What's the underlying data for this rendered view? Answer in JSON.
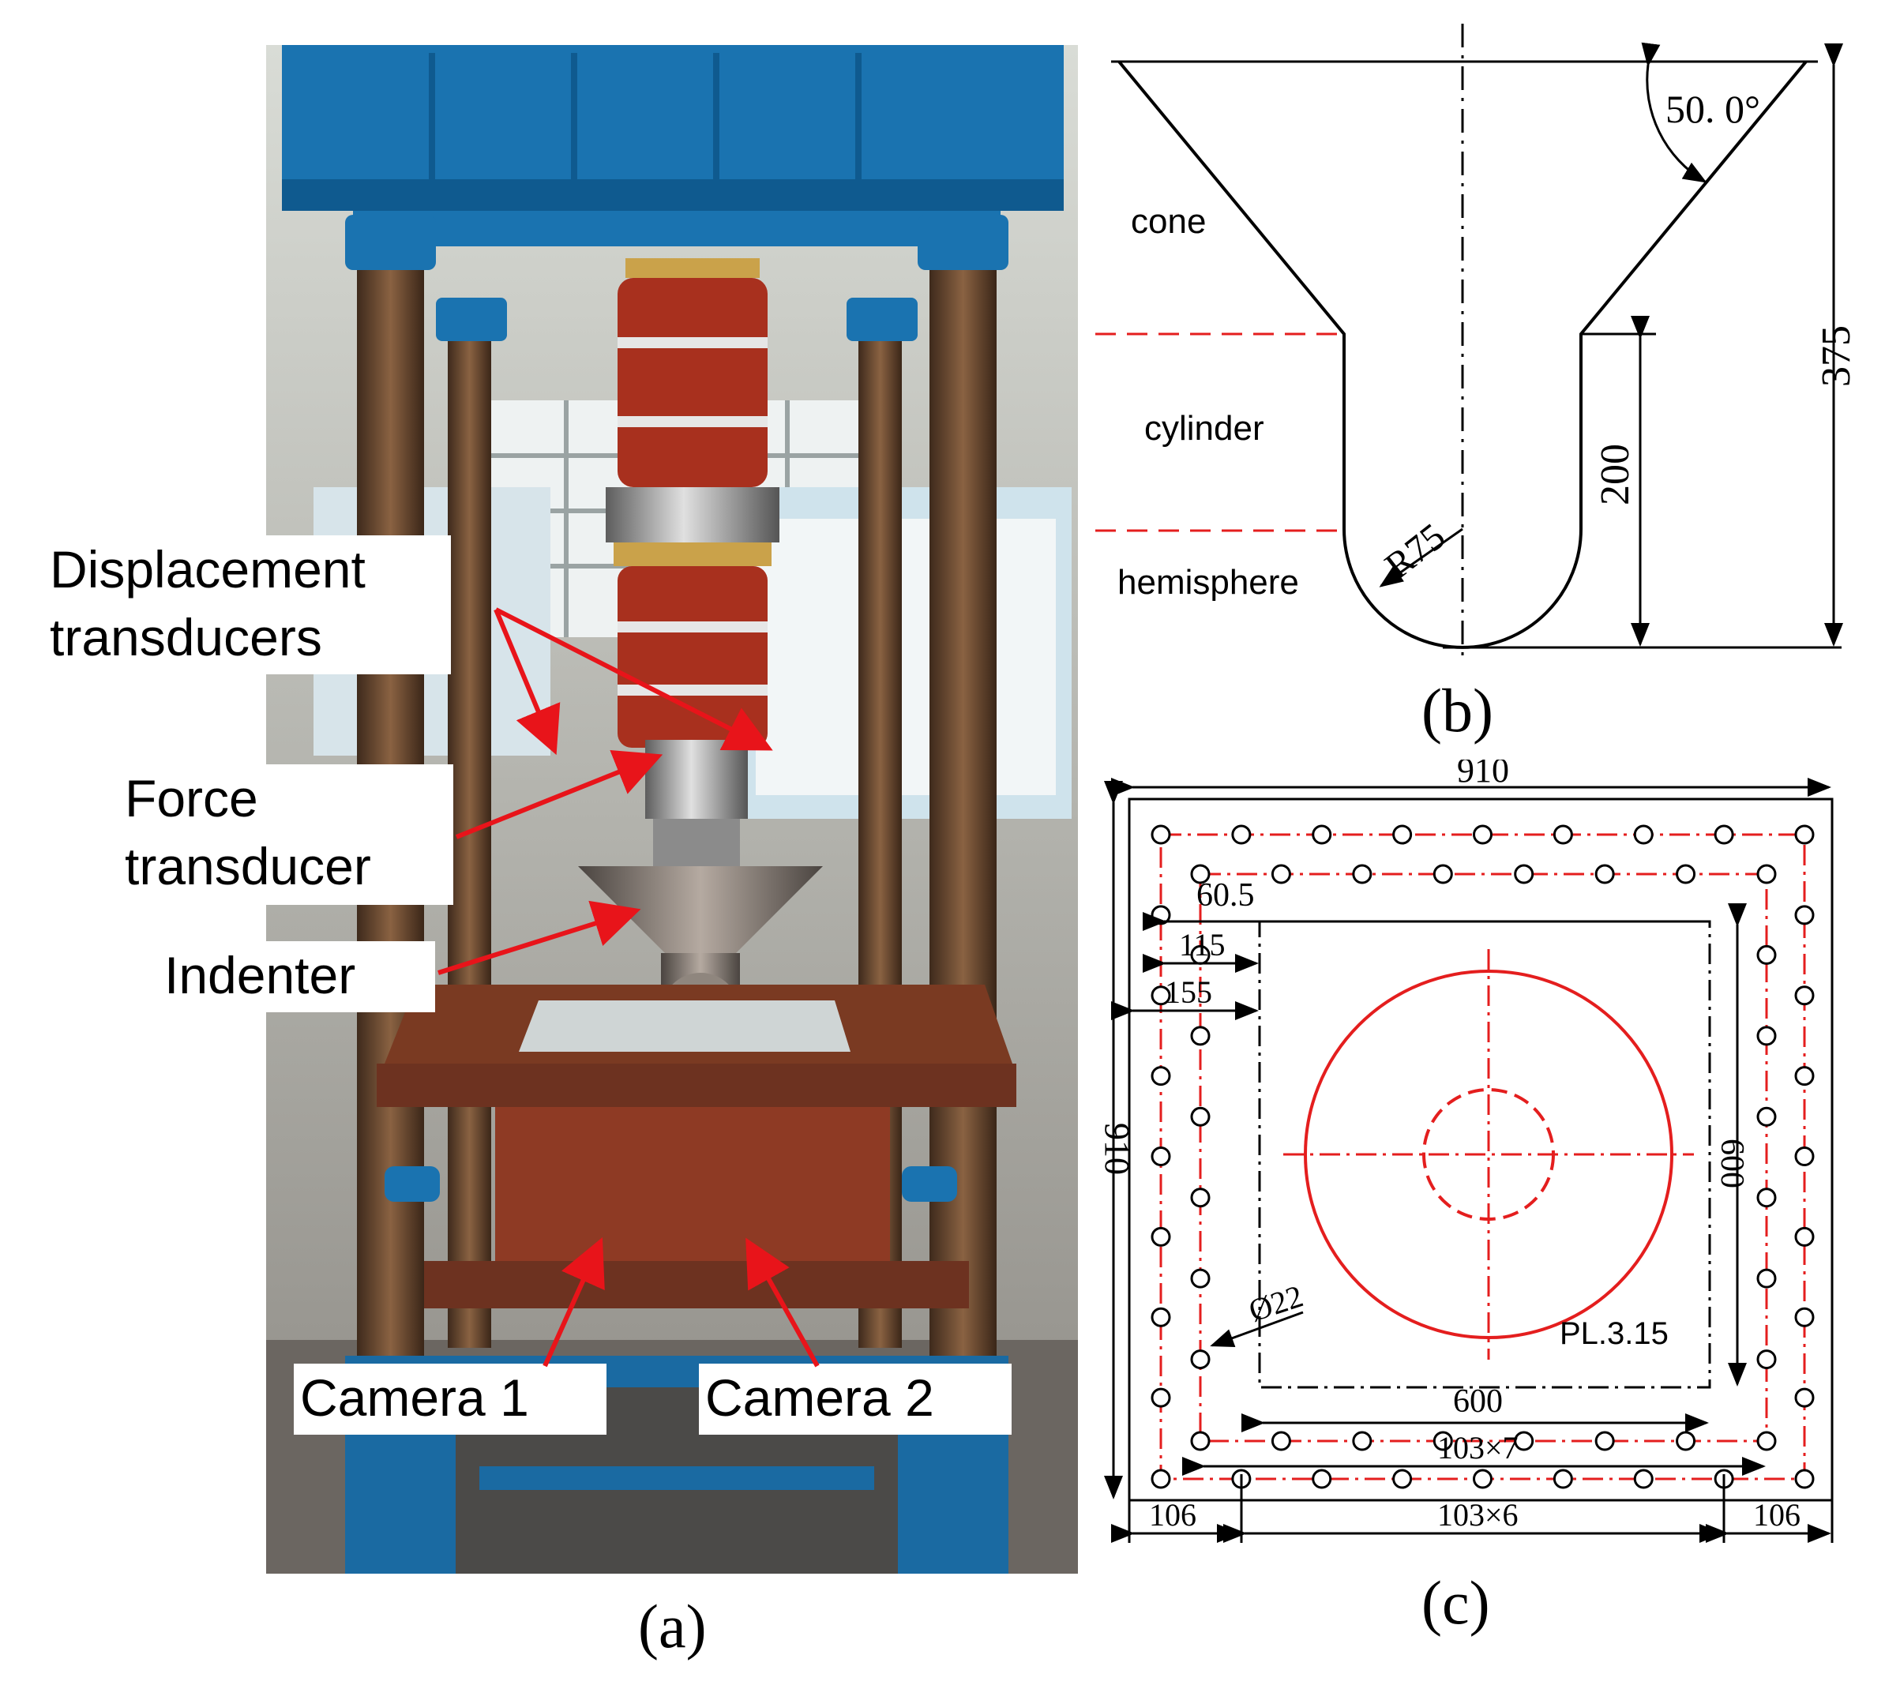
{
  "panel_a": {
    "caption": "(a)",
    "labels": {
      "displacement_line1": "Displacement",
      "displacement_line2": "transducers",
      "force_line1": "Force",
      "force_line2": "transducer",
      "indenter": "Indenter",
      "camera1": "Camera 1",
      "camera2": "Camera 2"
    }
  },
  "panel_b": {
    "caption": "(b)",
    "labels": {
      "cone": "cone",
      "cylinder": "cylinder",
      "hemisphere": "hemisphere"
    },
    "dimensions": {
      "angle": "50. 0°",
      "radius": "R75",
      "height_total": "375",
      "height_cylinder": "200"
    }
  },
  "panel_c": {
    "caption": "(c)",
    "dimensions": {
      "width_top": "910",
      "height_left": "910",
      "d_60_5": "60.5",
      "d_115": "115",
      "d_155": "155",
      "d_600_h": "600",
      "d_600_v": "600",
      "hole_dia": "Ø22",
      "plate_label": "PL.3.15",
      "inner_pitch": "103×7",
      "outer_pitch": "103×6",
      "edge_left": "106",
      "edge_right": "106"
    }
  },
  "colors": {
    "arrow_red": "#e8141a",
    "drawing_red": "#e41e1e",
    "machine_blue": "#1a73b0",
    "coil_red": "#a8301e"
  }
}
